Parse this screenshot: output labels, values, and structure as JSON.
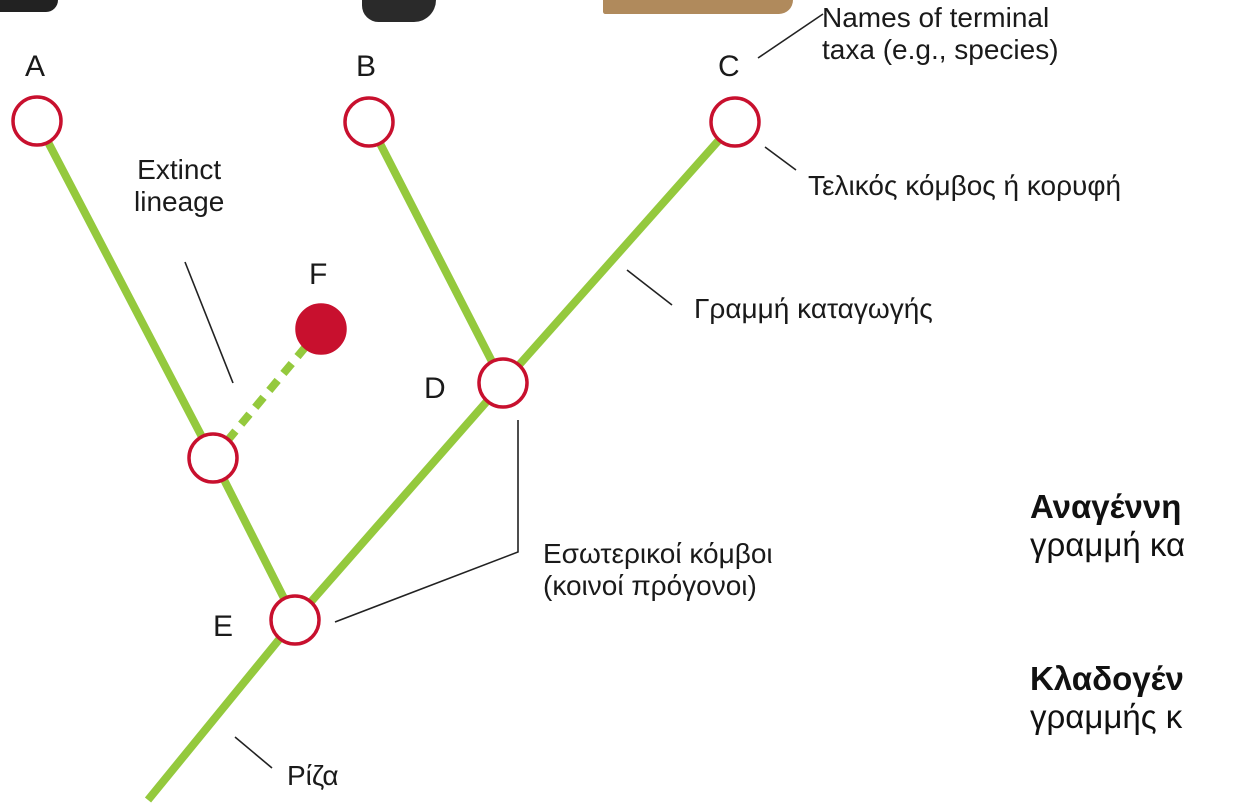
{
  "colors": {
    "branch": "#94c93d",
    "node_stroke": "#c8102e",
    "extinct_fill": "#c8102e",
    "leader": "#222222",
    "text": "#1a1a1a"
  },
  "nodes": {
    "a": "A",
    "b": "B",
    "c": "C",
    "d": "D",
    "e": "E",
    "f": "F"
  },
  "labels": {
    "terminal_taxa_line1": "Names of terminal",
    "terminal_taxa_line2": "taxa (e.g., species)",
    "terminal_node": "Τελικός κόμβος ή κορυφή",
    "extinct_line1": "Extinct",
    "extinct_line2": "lineage",
    "lineage": "Γραμμή καταγωγής",
    "internal_line1": "Εσωτερικοί κόμβοι",
    "internal_line2": "(κοινοί πρόγονοι)",
    "root": "Ρίζα"
  },
  "side_text": {
    "anagenesis_bold": "Αναγέννη",
    "anagenesis_rest": "γραμμή κα",
    "cladogenesis_bold": "Κλαδογέν",
    "cladogenesis_rest": "γραμμής κ"
  }
}
